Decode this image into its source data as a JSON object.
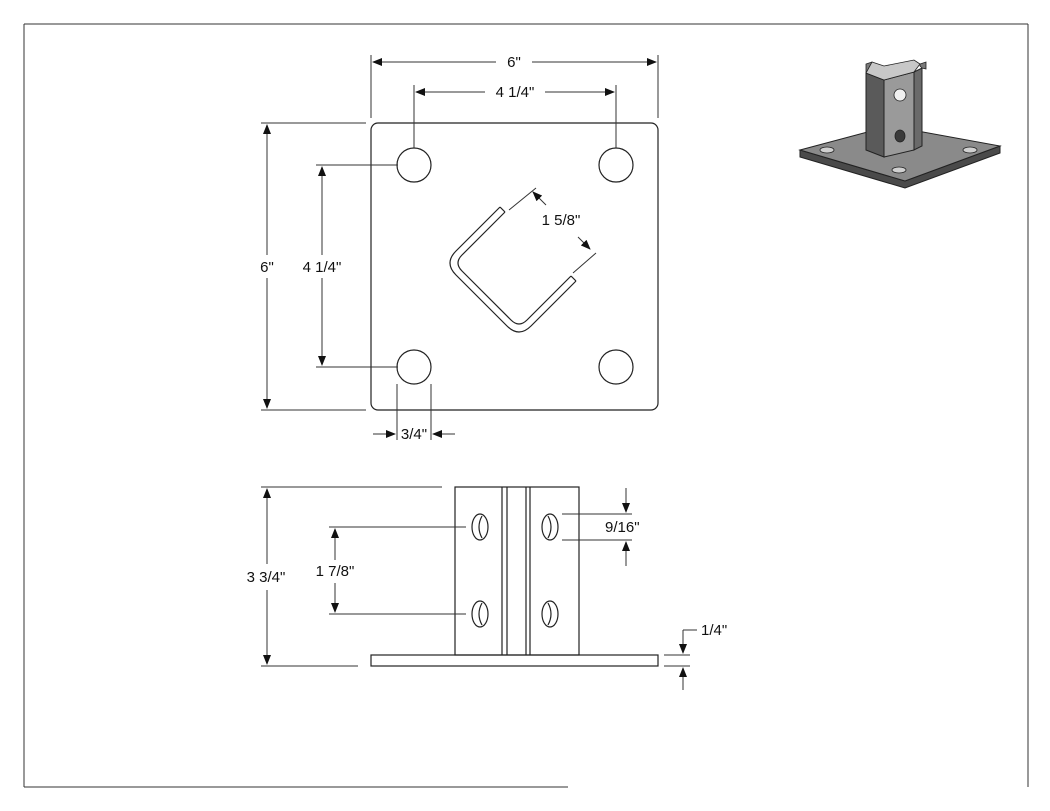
{
  "plan_view": {
    "overall_width": "6\"",
    "hole_spacing_width": "4 1/4\"",
    "overall_height": "6\"",
    "hole_spacing_height": "4 1/4\"",
    "channel_size": "1 5/8\"",
    "hole_diameter": "3/4\""
  },
  "side_view": {
    "overall_height": "3 3/4\"",
    "hole_spacing": "1 7/8\"",
    "slot_size": "9/16\"",
    "plate_thickness": "1/4\""
  },
  "colors": {
    "line": "#222222",
    "iso_dark": "#4a4a4a",
    "iso_mid": "#8a8a8a",
    "iso_light": "#c8c8c8"
  }
}
